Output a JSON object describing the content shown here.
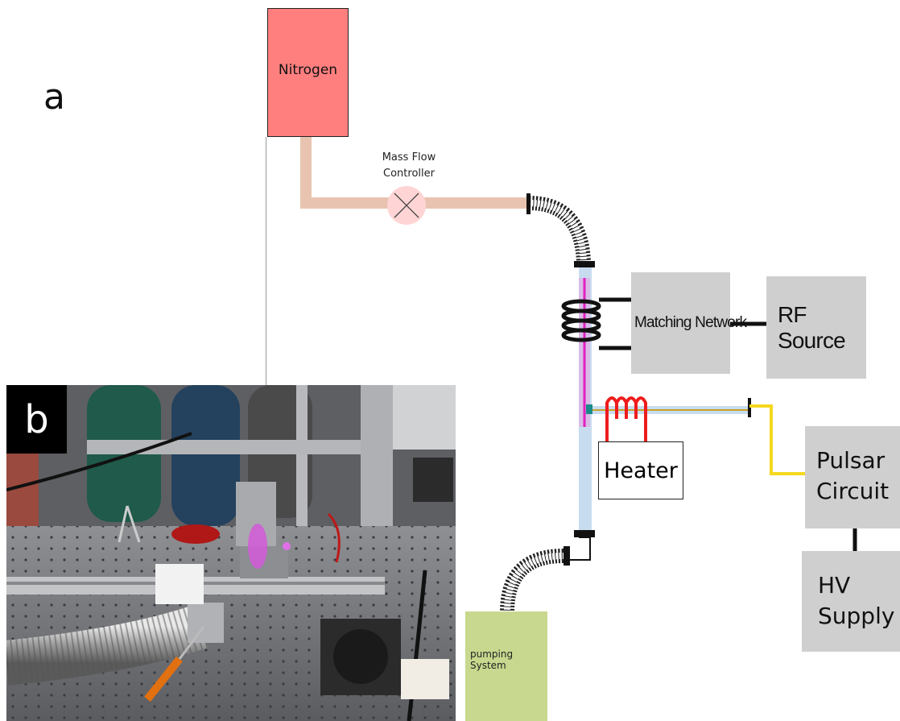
{
  "panel_a": {
    "label": "a",
    "nitrogen": "Nitrogen",
    "mass_flow_controller_line1": "Mass Flow",
    "mass_flow_controller_line2": "Controller",
    "matching_network": "Matching Network",
    "rf_source": "RF Source",
    "heater": "Heater",
    "pulsar_line1": "Pulsar",
    "pulsar_line2": "Circuit",
    "hv_line1": "HV",
    "hv_line2": "Supply",
    "pumping_line1": "pumping",
    "pumping_line2": "System"
  },
  "panel_b": {
    "label": "b"
  },
  "colors": {
    "nitrogen_box": "#ff7f7f",
    "gas_line": "#e8c4b0",
    "equipment_box": "#cfcfcf",
    "pump_box": "#c8d88e",
    "plasma": "#e020c0",
    "tube": "#c8dcf0",
    "heater_coil": "#ee1c1c",
    "hv_line": "#f5d820"
  }
}
